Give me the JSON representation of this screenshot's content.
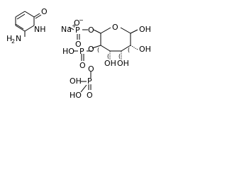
{
  "molecule": {
    "atoms": {
      "keto_o": "O",
      "ring_nh": "NH",
      "amine_n": "N",
      "amine_h": "H",
      "amine_sub": "2",
      "sodium": "Na",
      "sodium_charge": "+",
      "phosphoryl_o1": "O",
      "p1": "P",
      "ester_o1": "O",
      "o_minus": "O",
      "o_minus_charge": "−",
      "ring_o": "O",
      "ring_oh": "OH",
      "hydroxyl_1": "OH",
      "hydroxyl_2": "HO",
      "p2": "P",
      "phosphoryl_o2": "O",
      "ring_hydroxyl_4": "OH",
      "ring_hydroxyl_3": "OH",
      "phosphoryl_o3": "O",
      "hydroxyl_3": "OH",
      "p3": "P",
      "hydroxyl_4": "HO",
      "phosphoryl_o4": "O"
    },
    "stereo_labels": {
      "c3": "(",
      "c2": "(",
      "c4": "(",
      "c5": "("
    }
  }
}
